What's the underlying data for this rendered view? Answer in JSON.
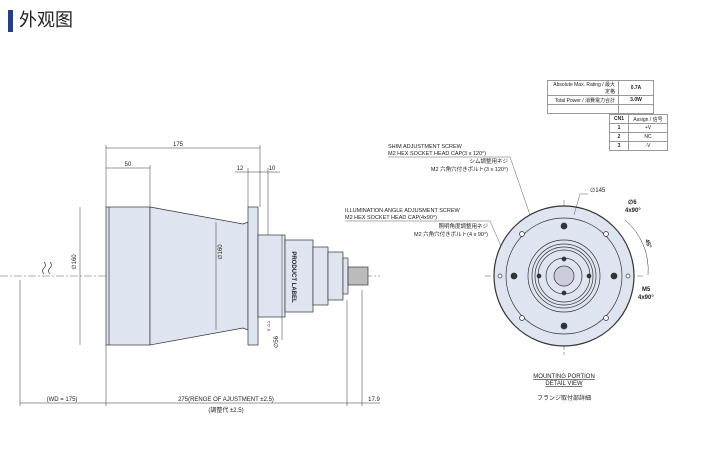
{
  "title": "外观图",
  "rating_table": [
    [
      "Absolute Max. Rating / 最大定格",
      "0.7A"
    ],
    [
      "Total Power / 消費電力合計",
      "3.0W"
    ],
    [
      "",
      ""
    ]
  ],
  "pin_table": {
    "header": [
      "CN1",
      "Assign / 信号"
    ],
    "rows": [
      [
        "1",
        "+V"
      ],
      [
        "2",
        "NC"
      ],
      [
        "3",
        "-V"
      ]
    ]
  },
  "side_view": {
    "dim_total": "175",
    "dim_50": "50",
    "dim_12": "12",
    "dim_10": "10",
    "dia_body": "∅160",
    "dia_flange": "∅160",
    "dia_small": "∅56",
    "tol": "0 -0.1",
    "label": "PRODUCT LABEL"
  },
  "bottom": {
    "wd": "(WD = 175)",
    "range": "275(RENGE OF AJUSTMENT ±2.5)",
    "range_jp": "(調整代 ±2.5)",
    "end": "17.9"
  },
  "callouts": {
    "shim_en1": "SHIM ADJUSTMENT SCREW",
    "shim_en2": "M2 HEX SOCKET HEAD CAP(3 x 120°)",
    "shim_jp1": "シム調整用ネジ",
    "shim_jp2": "M2 六角穴付きボルト(3 x 120°)",
    "ill_en1": "ILLUMINATION ANGLE ADJUSMENT SCREW",
    "ill_en2": "M2 HEX SOCKET HEAD CAP(4x90°)",
    "ill_jp1": "照明角度調整用ネジ",
    "ill_jp2": "M2 六角穴付きボルト(4 x 90°)"
  },
  "front_view": {
    "dia145": "∅145",
    "dia6": "∅6",
    "dia6_count": "4x90°",
    "angle": "45°",
    "m5": "M5",
    "m5_count": "4x90°",
    "caption1": "MOUNTING PORTION",
    "caption2": "DETAIL VIEW",
    "caption_jp": "フランジ取付部詳細"
  },
  "colors": {
    "body": "#dfe5f0",
    "line": "#333333",
    "accent": "#1f3f8f"
  }
}
